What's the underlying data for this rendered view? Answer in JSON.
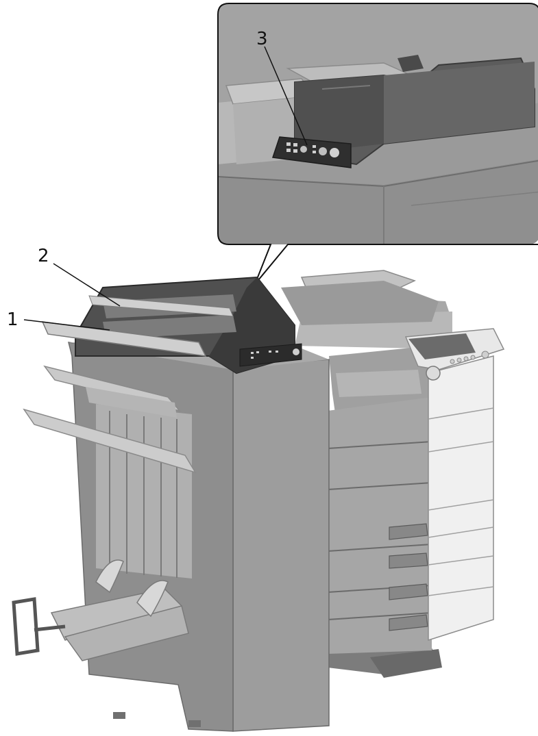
{
  "callouts": [
    {
      "id": "callout-1",
      "label": "1"
    },
    {
      "id": "callout-2",
      "label": "2"
    },
    {
      "id": "callout-3",
      "label": "3"
    }
  ],
  "colors": {
    "body_light": "#a4a4a4",
    "body_mid": "#8c8c8c",
    "body_dark": "#6e6e6e",
    "shadow": "#585858",
    "unit_dark": "#3f3f3f",
    "white_unit": "#f2f2f2",
    "outline": "#2a2a2a"
  }
}
